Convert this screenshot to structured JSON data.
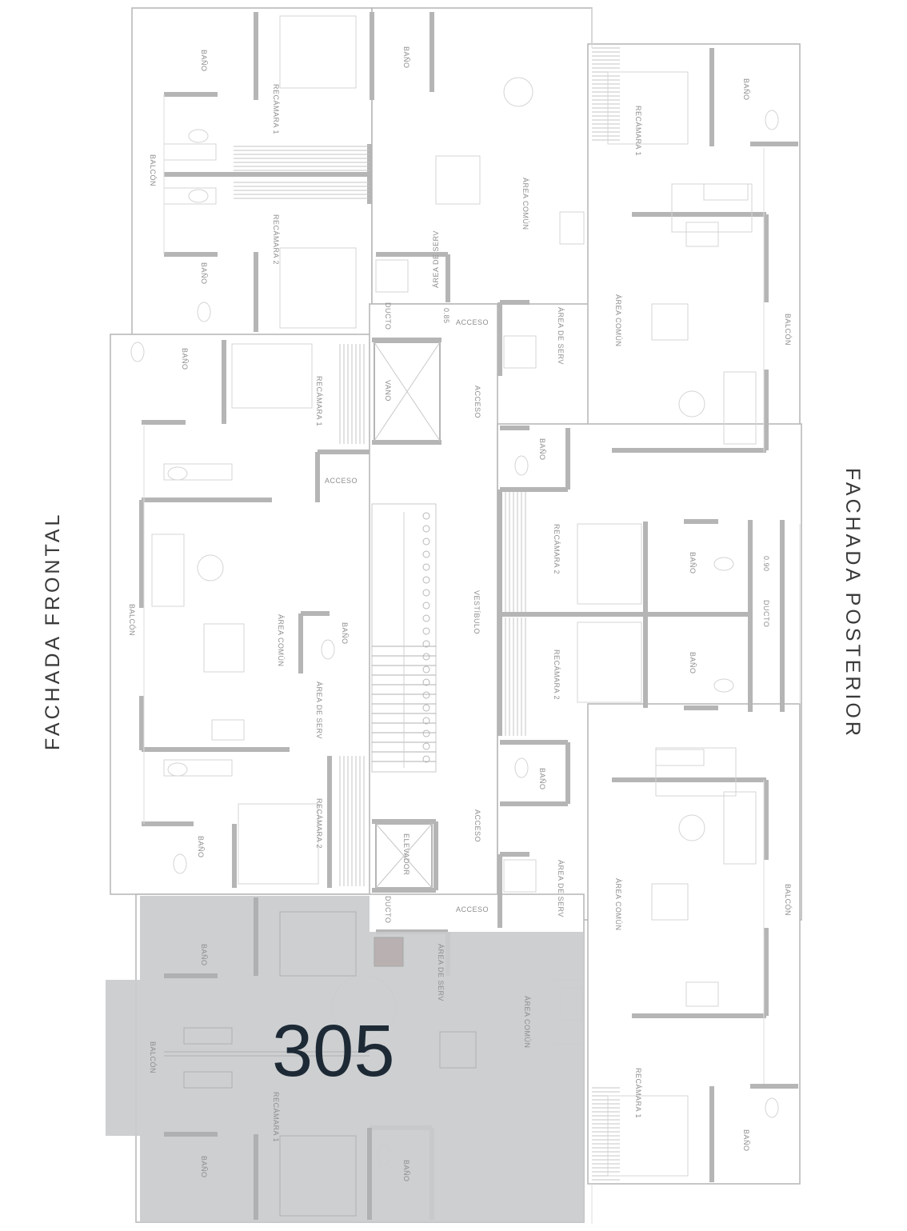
{
  "facades": {
    "front": "FACHADA FRONTAL",
    "rear": "FACHADA POSTERIOR"
  },
  "unit_number": "305",
  "highlight_color": "#c9cbcd",
  "room_labels": {
    "bano": "BAÑO",
    "recamara_1": "RECÁMARA 1",
    "recamara_2": "RECÁMARA 2",
    "balcon": "BALCÓN",
    "area_comun": "ÁREA COMÚN",
    "area_de_serv": "ÁREA DE SERV",
    "ducto": "DUCTO",
    "vano": "VANO",
    "acceso": "ACCESO",
    "vestibulo": "VESTÍBULO",
    "elevador": "ELEVADOR"
  },
  "dimensions": {
    "d1": "0.85",
    "d2": "0.90"
  }
}
